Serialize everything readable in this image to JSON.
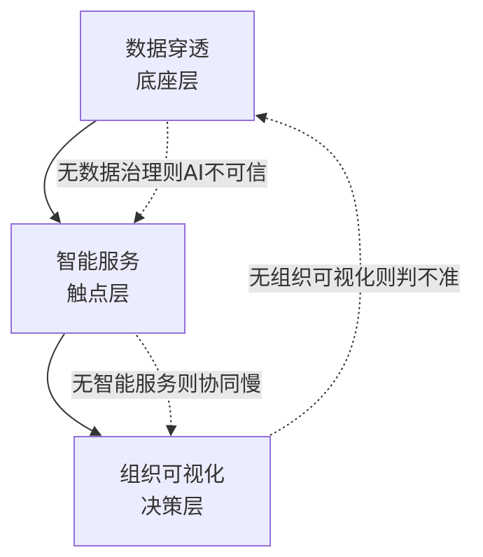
{
  "nodes": {
    "data": {
      "line1": "数据穿透",
      "line2": "底座层"
    },
    "service": {
      "line1": "智能服务",
      "line2": "触点层"
    },
    "org": {
      "line1": "组织可视化",
      "line2": "决策层"
    }
  },
  "edge_labels": {
    "data_to_service": "无数据治理则AI不可信",
    "service_to_org": "无智能服务则协同慢",
    "org_to_data": "无组织可视化则判不准"
  },
  "colors": {
    "node_fill": "#ececff",
    "node_border": "#9370db",
    "edge": "#333333",
    "label_bg": "#e8e8e8"
  }
}
